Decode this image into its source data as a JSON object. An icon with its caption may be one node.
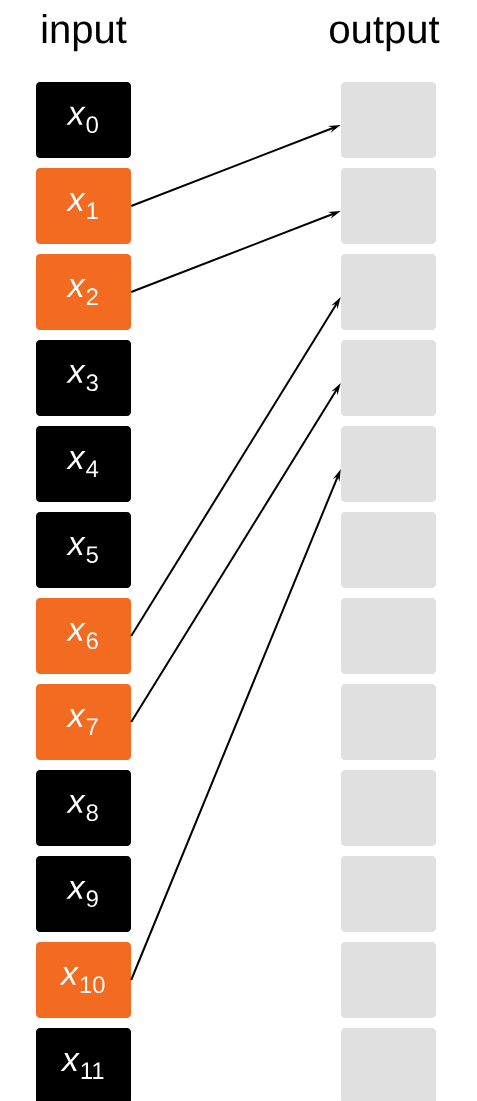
{
  "diagram": {
    "nodes": [
      {
        "text": [
          "*x*$_{0}$"
        ]
      },
      {
        "text": [
          "*x*$_{1}$"
        ]
      },
      {
        "text": [
          "*x*$_{2}$"
        ]
      },
      {
        "text": [
          "*x*$_{3}$"
        ]
      },
      {
        "text": [
          "*x*$_{4}$"
        ]
      },
      {
        "text": [
          "*x*$_{5}$"
        ]
      },
      {
        "text": [
          "*x*$_{6}$"
        ]
      },
      {
        "text": [
          "*x*$_{7}$"
        ]
      },
      {
        "text": [
          "*x*$_{8}$"
        ]
      },
      {
        "text": [
          "*x*$_{9}$"
        ]
      },
      {
        "text": [
          "*x*$_{10}$"
        ]
      },
      {
        "text": [
          "*x*$_{11}$"
        ]
      },
      {
        "text": [],
        "shape": "box"
      },
      {
        "text": [],
        "shape": "box"
      },
      {
        "text": [],
        "shape": "box"
      },
      {
        "text": [],
        "shape": "box"
      },
      {
        "text": [],
        "shape": "box"
      },
      {
        "text": [],
        "shape": "box"
      },
      {
        "text": [],
        "shape": "box"
      },
      {
        "text": [],
        "shape": "box"
      },
      {
        "text": [],
        "shape": "box"
      },
      {
        "text": [],
        "shape": "box"
      },
      {
        "text": [],
        "shape": "box"
      },
      {
        "text": [],
        "shape": "box"
      }
    ],
    "edges": [
      {
        "from": 1,
        "to": 12,
        "arrow": "to"
      },
      {
        "from": 2,
        "to": 13,
        "arrow": "to"
      },
      {
        "from": 6,
        "to": 14,
        "arrow": "to"
      },
      {
        "from": 7,
        "to": 15,
        "arrow": "to"
      },
      {
        "from": 10,
        "to": 16,
        "arrow": "to"
      }
    ],
    "labels": [
      "input",
      "output"
    ]
  }
}
